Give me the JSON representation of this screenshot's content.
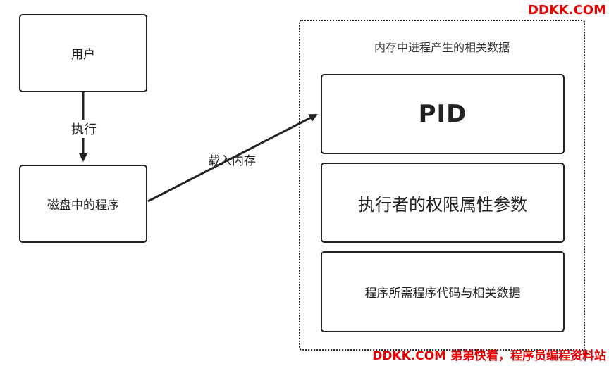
{
  "nodes": {
    "user": "用户",
    "disk_program": "磁盘中的程序",
    "container_title": "内存中进程产生的相关数据",
    "pid": "PID",
    "attributes": "执行者的权限属性参数",
    "code_data": "程序所需程序代码与相关数据"
  },
  "edges": {
    "execute": "执行",
    "load_memory": "载入内存"
  },
  "watermarks": {
    "top": "DDKK.COM",
    "bottom": "DDKK.COM 弟弟快看，程序员编程资料站"
  }
}
